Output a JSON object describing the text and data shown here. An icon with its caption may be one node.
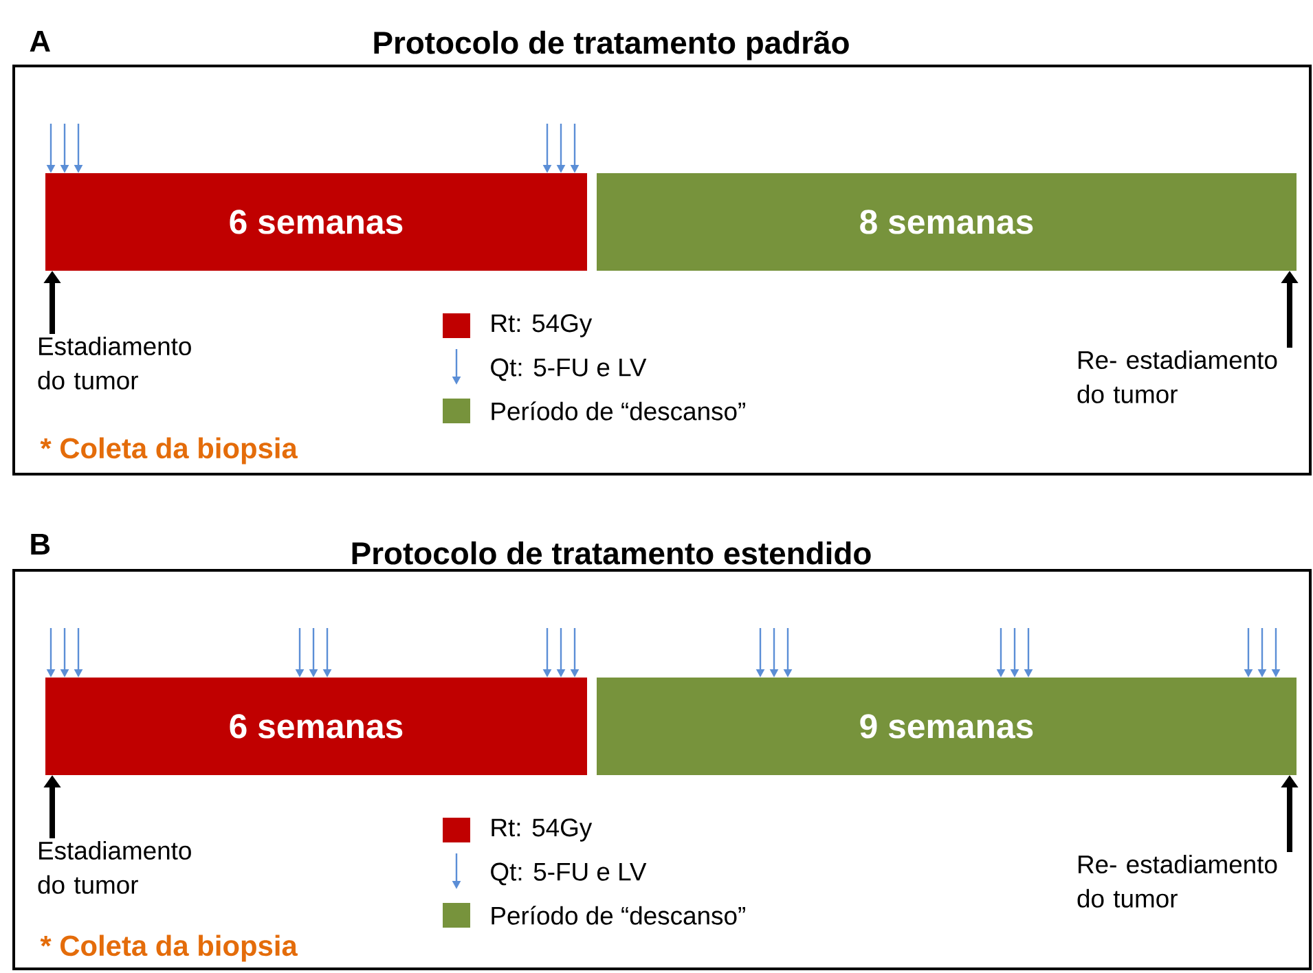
{
  "diagram": {
    "nodes": [
      {
        "text": [
          "Protocolo de tratamento padrão"
        ]
      },
      {
        "text": [
          "6 semanas"
        ],
        "in": 0
      },
      {
        "text": [
          "8 semanas"
        ],
        "in": 0
      },
      {
        "text": [
          "Estadiamento do tumor"
        ],
        "in": 0
      },
      {
        "text": [
          "Re- estadiamento do tumor"
        ],
        "in": 0
      },
      {
        "text": [
          "Protocolo de tratamento estendido"
        ]
      },
      {
        "text": [
          "6 semanas"
        ],
        "in": 5
      },
      {
        "text": [
          "9 semanas"
        ],
        "in": 5
      },
      {
        "text": [
          "Estadiamento do tumor"
        ],
        "in": 5
      },
      {
        "text": [
          "Re- estadiamento do tumor"
        ],
        "in": 5
      }
    ],
    "edges": [
      {
        "from": null,
        "to": 1,
        "arrow": "to"
      },
      {
        "from": null,
        "to": 1,
        "arrow": "to"
      },
      {
        "from": null,
        "to": 1,
        "arrow": "to"
      },
      {
        "from": null,
        "to": 1,
        "arrow": "to"
      },
      {
        "from": null,
        "to": 1,
        "arrow": "to"
      },
      {
        "from": null,
        "to": 1,
        "arrow": "to"
      },
      {
        "from": 3,
        "to": 1,
        "arrow": "to",
        "style": "thick",
        "color": "#000000"
      },
      {
        "from": 4,
        "to": 2,
        "arrow": "to",
        "style": "thick",
        "color": "#000000"
      },
      {
        "from": null,
        "to": 6,
        "arrow": "to"
      },
      {
        "from": null,
        "to": 6,
        "arrow": "to"
      },
      {
        "from": null,
        "to": 6,
        "arrow": "to"
      },
      {
        "from": null,
        "to": 6,
        "arrow": "to"
      },
      {
        "from": null,
        "to": 6,
        "arrow": "to"
      },
      {
        "from": null,
        "to": 6,
        "arrow": "to"
      },
      {
        "from": null,
        "to": 6,
        "arrow": "to"
      },
      {
        "from": null,
        "to": 6,
        "arrow": "to"
      },
      {
        "from": null,
        "to": 6,
        "arrow": "to"
      },
      {
        "from": null,
        "to": 7,
        "arrow": "to"
      },
      {
        "from": null,
        "to": 7,
        "arrow": "to"
      },
      {
        "from": null,
        "to": 7,
        "arrow": "to"
      },
      {
        "from": null,
        "to": 7,
        "arrow": "to"
      },
      {
        "from": null,
        "to": 7,
        "arrow": "to"
      },
      {
        "from": null,
        "to": 7,
        "arrow": "to"
      },
      {
        "from": null,
        "to": 7,
        "arrow": "to"
      },
      {
        "from": null,
        "to": 7,
        "arrow": "to"
      },
      {
        "from": null,
        "to": 7,
        "arrow": "to"
      },
      {
        "from": 8,
        "to": 6,
        "arrow": "to",
        "style": "thick",
        "color": "#000000"
      },
      {
        "from": 9,
        "to": 7,
        "arrow": "to",
        "style": "thick",
        "color": "#000000"
      }
    ],
    "labels": [
      "A",
      "* Coleta da biopsia",
      "B",
      "* Coleta da biopsia"
    ],
    "legend": [
      {
        "text": "Rt: 54Gy",
        "color": "#c00000"
      },
      {
        "text": "Qt: 5-FU e LV"
      },
      {
        "text": "Período de “descanso”",
        "color": "#77933c"
      },
      {
        "text": "Rt: 54Gy",
        "color": "#c00000"
      },
      {
        "text": "Qt: 5-FU e LV"
      },
      {
        "text": "Período de “descanso”",
        "color": "#77933c"
      }
    ]
  }
}
